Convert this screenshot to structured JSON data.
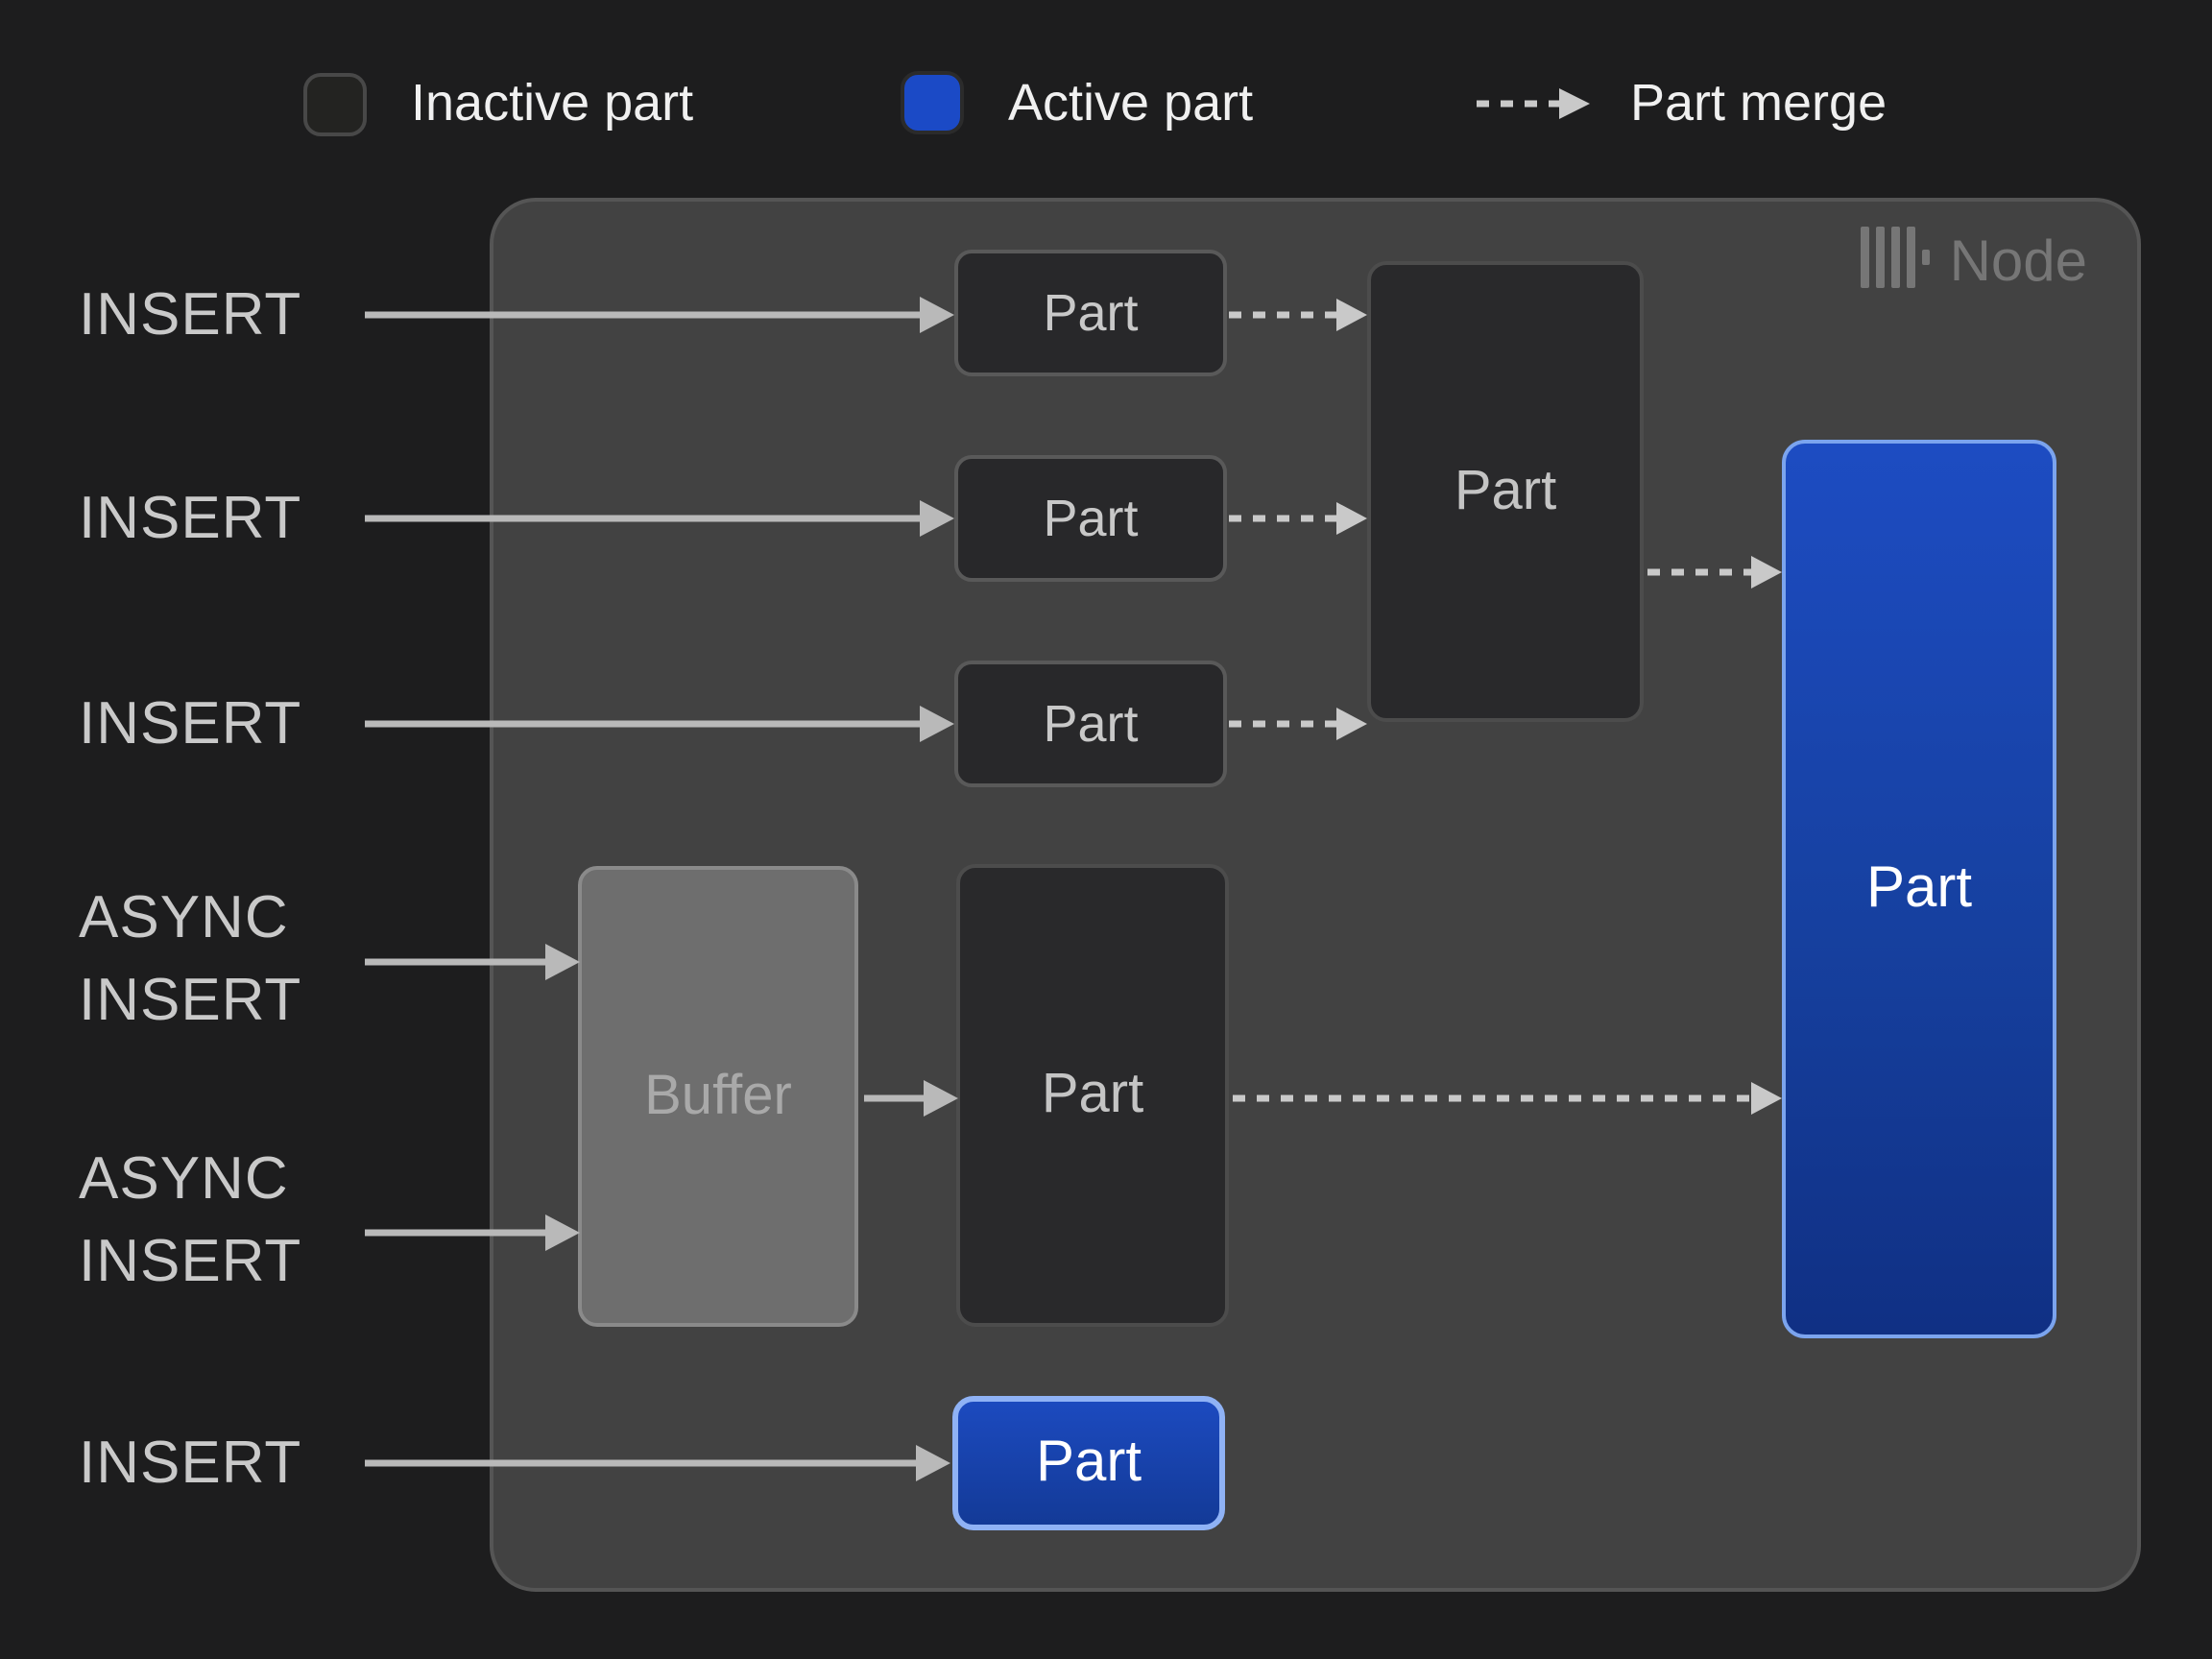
{
  "legend": {
    "inactive_label": "Inactive part",
    "active_label": "Active part",
    "merge_label": "Part merge"
  },
  "node": {
    "label": "Node",
    "logo_icon": "clickhouse-bars-icon"
  },
  "side_labels": {
    "insert_row1": "INSERT",
    "insert_row2": "INSERT",
    "insert_row3": "INSERT",
    "async_insert_1": [
      "ASYNC",
      "INSERT"
    ],
    "async_insert_2": [
      "ASYNC",
      "INSERT"
    ],
    "insert_row6": "INSERT"
  },
  "boxes": {
    "part_small_1": "Part",
    "part_small_2": "Part",
    "part_small_3": "Part",
    "part_merged": "Part",
    "buffer": "Buffer",
    "part_from_buffer": "Part",
    "part_active_large": "Part",
    "part_active_small": "Part"
  },
  "colors": {
    "background": "#1d1d1e",
    "node_background": "#424242",
    "node_border": "#555555",
    "inactive_part_fill": "#28282a",
    "inactive_part_border": "#595959",
    "active_blue": "#1b4ac6",
    "active_gradient_top": "#1d4cc2",
    "active_gradient_bottom": "#103084",
    "active_border_light_blue": "#7ba4ee",
    "buffer_fill": "#6e6e6e",
    "buffer_border": "#8a8a8a",
    "solid_arrow": "#b9b9b9",
    "dashed_arrow": "#c9c9c9",
    "side_label_text": "#c9c9c9",
    "legend_text": "#f0f0f0",
    "node_label_text": "#767676"
  }
}
